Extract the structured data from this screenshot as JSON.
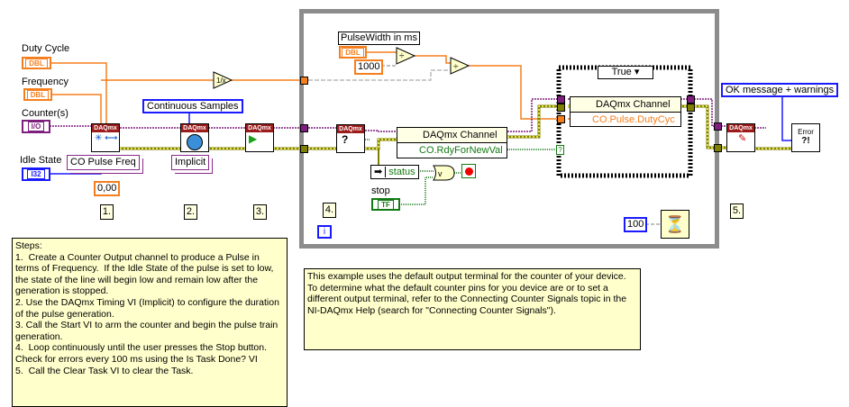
{
  "controls": {
    "duty_cycle": {
      "label": "Duty Cycle",
      "type": "DBL"
    },
    "frequency": {
      "label": "Frequency",
      "type": "DBL"
    },
    "counters": {
      "label": "Counter(s)",
      "type": "I/O"
    },
    "idle_state": {
      "label": "Idle State",
      "type": "I32"
    },
    "pulse_width": {
      "label": "PulseWidth in ms",
      "type": "DBL"
    },
    "stop": {
      "label": "stop",
      "type": "TF"
    }
  },
  "constants": {
    "initial_delay": "0,00",
    "ms_divisor": "1000",
    "wait_ms": "100",
    "iteration": "i"
  },
  "enums": {
    "create_channel": "CO Pulse Freq",
    "sample_mode": "Continuous Samples",
    "timing": "Implicit",
    "error_dialog": "OK message + warnings",
    "case_selector": "True"
  },
  "vi_header": "DAQmx",
  "property_nodes": [
    {
      "class": "DAQmx Channel",
      "property": "CO.RdyForNewVal",
      "color": "#137a13"
    },
    {
      "class": "DAQmx Channel",
      "property": "CO.Pulse.DutyCyc",
      "color": "#f57f1e"
    }
  ],
  "unbundle": {
    "label": "status"
  },
  "error_vi": {
    "line1": "Error",
    "line2": "?!"
  },
  "steps": [
    "1.",
    "2.",
    "3.",
    "4.",
    "5."
  ],
  "comments": {
    "steps": "Steps:\n1.  Create a Counter Output channel to produce a Pulse in terms of Frequency.  If the Idle State of the pulse is set to low, the state of the line will begin low and remain low after the generation is stopped.\n2. Use the DAQmx Timing VI (Implicit) to configure the duration of the pulse generation.\n3. Call the Start VI to arm the counter and begin the pulse train generation.\n4.  Loop continuously until the user presses the Stop button.  Check for errors every 100 ms using the Is Task Done? VI\n5.  Call the Clear Task VI to clear the Task.",
    "terminal": "This example uses the default output terminal for the counter of your device.  To determine what the default counter pins for you device are or to set a different output terminal, refer to the Connecting Counter Signals topic in the NI-DAQmx Help (search for \"Connecting Counter Signals\")."
  },
  "colors": {
    "dbl": "#f57f1e",
    "refnum": "#7e1f7e",
    "error": "#7f7f00",
    "bool": "#137a13",
    "int": "#1a1aff",
    "loop": "#8c8c8c",
    "comment": "#ffffcc"
  }
}
